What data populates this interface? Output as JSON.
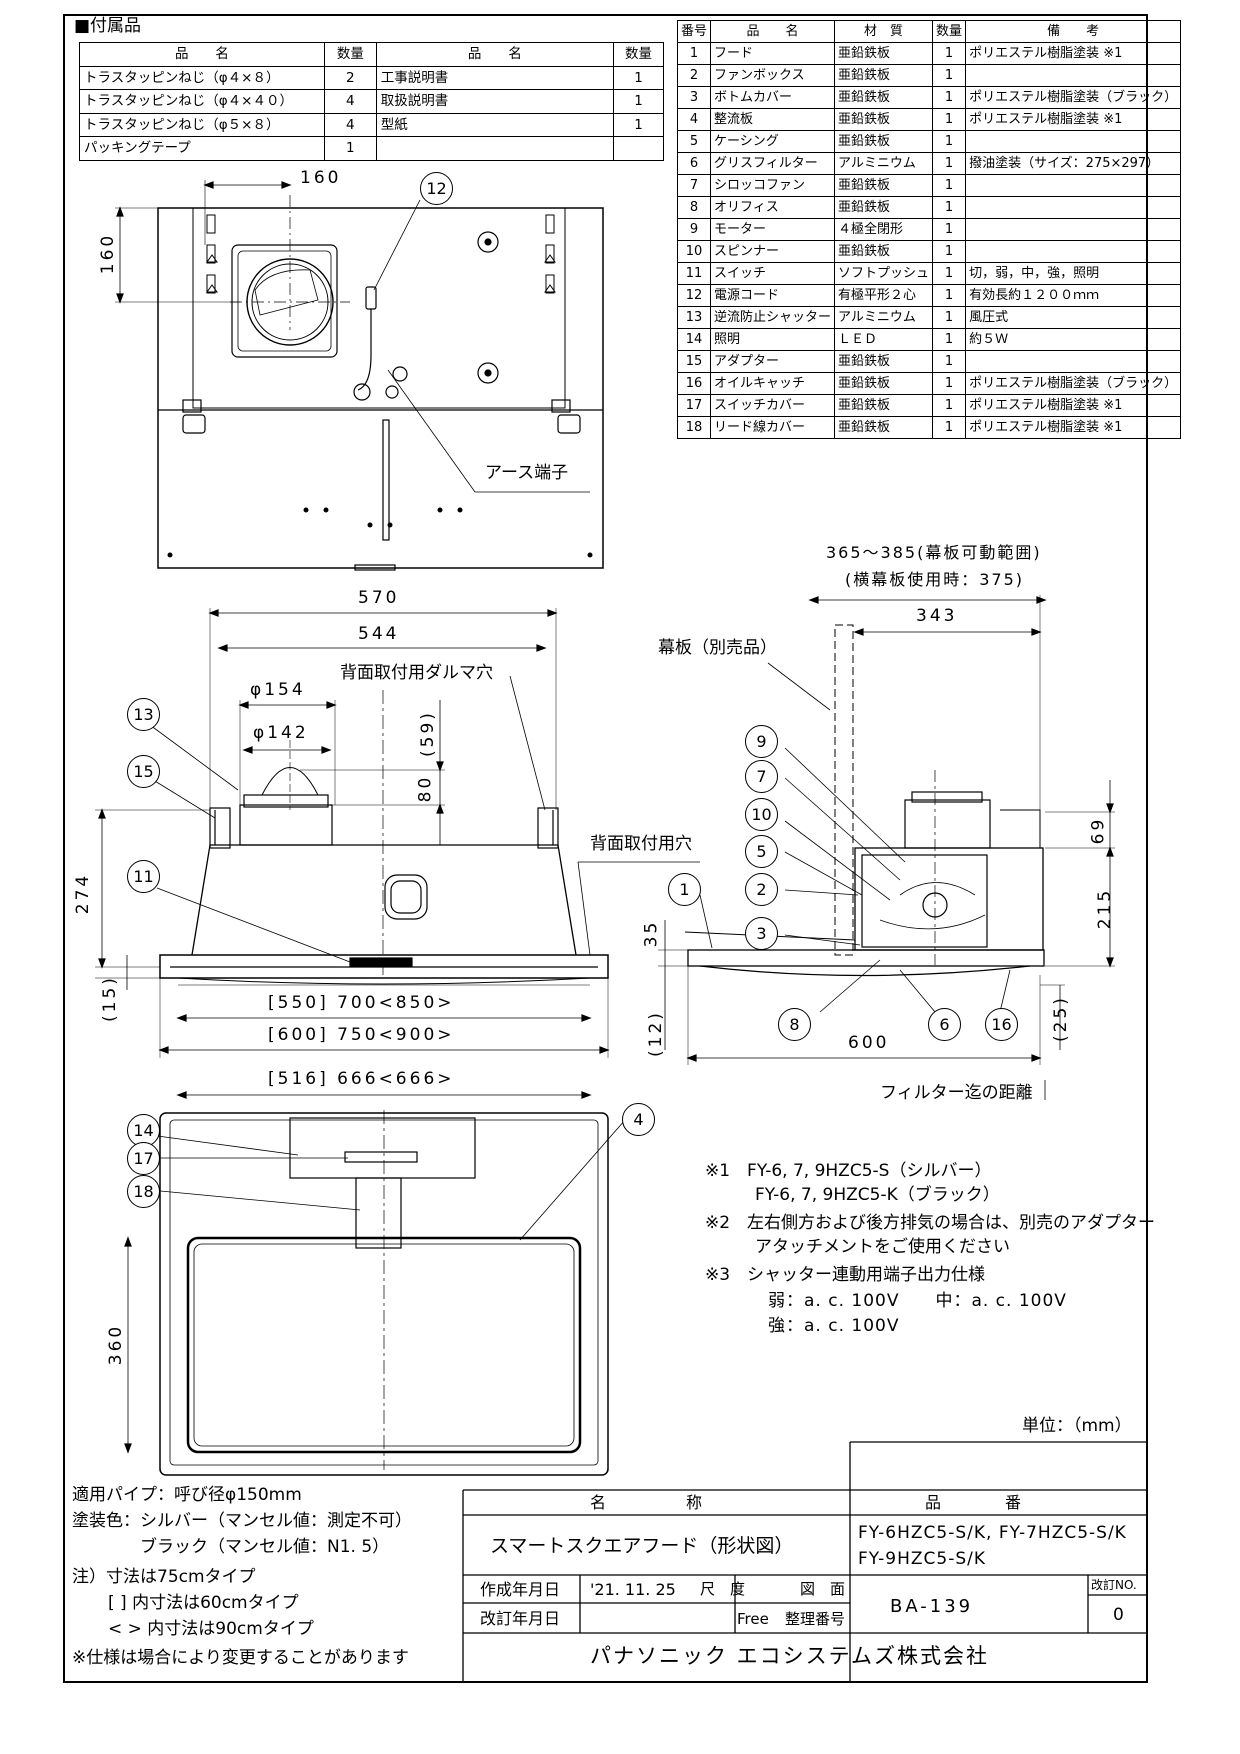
{
  "accessories": {
    "title": "■付属品",
    "headers": [
      "品　　名",
      "数量",
      "品　　名",
      "数量"
    ],
    "rows": [
      [
        "トラスタッピンねじ（φ４×８）",
        "2",
        "工事説明書",
        "1"
      ],
      [
        "トラスタッピンねじ（φ４×４０）",
        "4",
        "取扱説明書",
        "1"
      ],
      [
        "トラスタッピンねじ（φ５×８）",
        "4",
        "型紙",
        "1"
      ],
      [
        "パッキングテープ",
        "1",
        "",
        ""
      ]
    ]
  },
  "parts": {
    "headers": [
      "番号",
      "品　　名",
      "材　質",
      "数量",
      "備　　考"
    ],
    "rows": [
      [
        "1",
        "フード",
        "亜鉛鉄板",
        "1",
        "ポリエステル樹脂塗装 ※1"
      ],
      [
        "2",
        "ファンボックス",
        "亜鉛鉄板",
        "1",
        ""
      ],
      [
        "3",
        "ボトムカバー",
        "亜鉛鉄板",
        "1",
        "ポリエステル樹脂塗装（ブラック）"
      ],
      [
        "4",
        "整流板",
        "亜鉛鉄板",
        "1",
        "ポリエステル樹脂塗装 ※1"
      ],
      [
        "5",
        "ケーシング",
        "亜鉛鉄板",
        "1",
        ""
      ],
      [
        "6",
        "グリスフィルター",
        "アルミニウム",
        "1",
        "撥油塗装（サイズ：275×297）"
      ],
      [
        "7",
        "シロッコファン",
        "亜鉛鉄板",
        "1",
        ""
      ],
      [
        "8",
        "オリフィス",
        "亜鉛鉄板",
        "1",
        ""
      ],
      [
        "9",
        "モーター",
        "４極全閉形",
        "1",
        ""
      ],
      [
        "10",
        "スピンナー",
        "亜鉛鉄板",
        "1",
        ""
      ],
      [
        "11",
        "スイッチ",
        "ソフトプッシュ",
        "1",
        "切，弱，中，強，照明"
      ],
      [
        "12",
        "電源コード",
        "有極平形２心",
        "1",
        "有効長約１２００ｍｍ"
      ],
      [
        "13",
        "逆流防止シャッター",
        "アルミニウム",
        "1",
        "風圧式"
      ],
      [
        "14",
        "照明",
        "ＬＥＤ",
        "1",
        "約５Ｗ"
      ],
      [
        "15",
        "アダプター",
        "亜鉛鉄板",
        "1",
        ""
      ],
      [
        "16",
        "オイルキャッチ",
        "亜鉛鉄板",
        "1",
        "ポリエステル樹脂塗装（ブラック）"
      ],
      [
        "17",
        "スイッチカバー",
        "亜鉛鉄板",
        "1",
        "ポリエステル樹脂塗装 ※1"
      ],
      [
        "18",
        "リード線カバー",
        "亜鉛鉄板",
        "1",
        "ポリエステル樹脂塗装 ※1"
      ]
    ]
  },
  "dims": {
    "d160a": "160",
    "d160b": "160",
    "d570": "570",
    "d544": "544",
    "d154": "φ154",
    "d142": "φ142",
    "d59": "(59)",
    "d80": "80",
    "d274": "274",
    "d35": "35",
    "d15": "(15)",
    "d12": "(12)",
    "d550": "[550] 700<850>",
    "d600w": "[600] 750<900>",
    "d516": "[516] 666<666>",
    "d360": "360",
    "d365": "365～385(幕板可動範囲)",
    "d375": "(横幕板使用時：375)",
    "d343": "343",
    "d69": "69",
    "d215": "215",
    "d25": "(25)",
    "d600": "600"
  },
  "labels": {
    "earth": "アース端子",
    "dalma": "背面取付用ダルマ穴",
    "rearhole": "背面取付用穴",
    "makuita": "幕板（別売品）",
    "filter": "フィルター迄の距離",
    "unit": "単位：（mm）"
  },
  "balloons": [
    "12",
    "13",
    "15",
    "11",
    "14",
    "17",
    "18",
    "4",
    "9",
    "7",
    "10",
    "5",
    "2",
    "1",
    "3",
    "8",
    "6",
    "16"
  ],
  "notes": {
    "n1a": "※1　FY-6, 7, 9HZC5-S（シルバー）",
    "n1b": "FY-6, 7, 9HZC5-K（ブラック）",
    "n2a": "※2　左右側方および後方排気の場合は、別売のアダプター",
    "n2b": "アタッチメントをご使用ください",
    "n3a": "※3　シャッター連動用端子出力仕様",
    "n3b": "弱：a. c. 100V　　中：a. c. 100V",
    "n3c": "強：a. c. 100V"
  },
  "spec": {
    "pipe": "適用パイプ：呼び径φ150mm",
    "color1": "塗装色：シルバー（マンセル値：測定不可）",
    "color2": "ブラック（マンセル値：N1. 5）",
    "note1": "注）寸法は75cmタイプ",
    "note2": "[ ] 内寸法は60cmタイプ",
    "note3": "< > 内寸法は90cmタイプ",
    "note4": "※仕様は場合により変更することがあります"
  },
  "titleblock": {
    "name_h": "名　　　　　称",
    "part_h": "品　　　　番",
    "name": "スマートスクエアフード（形状図）",
    "model1": "FY-6HZC5-S/K, FY-7HZC5-S/K",
    "model2": "FY-9HZC5-S/K",
    "created_l": "作成年月日",
    "created": "'21. 11. 25",
    "scale_l": "尺　度",
    "scale": "Free",
    "fig_l": "図　面",
    "reg_l": "整理番号",
    "drawing_no": "BA-139",
    "rev_l": "改訂NO.",
    "rev": "0",
    "revised_l": "改訂年月日",
    "company": "パナソニック エコシステムズ株式会社"
  }
}
